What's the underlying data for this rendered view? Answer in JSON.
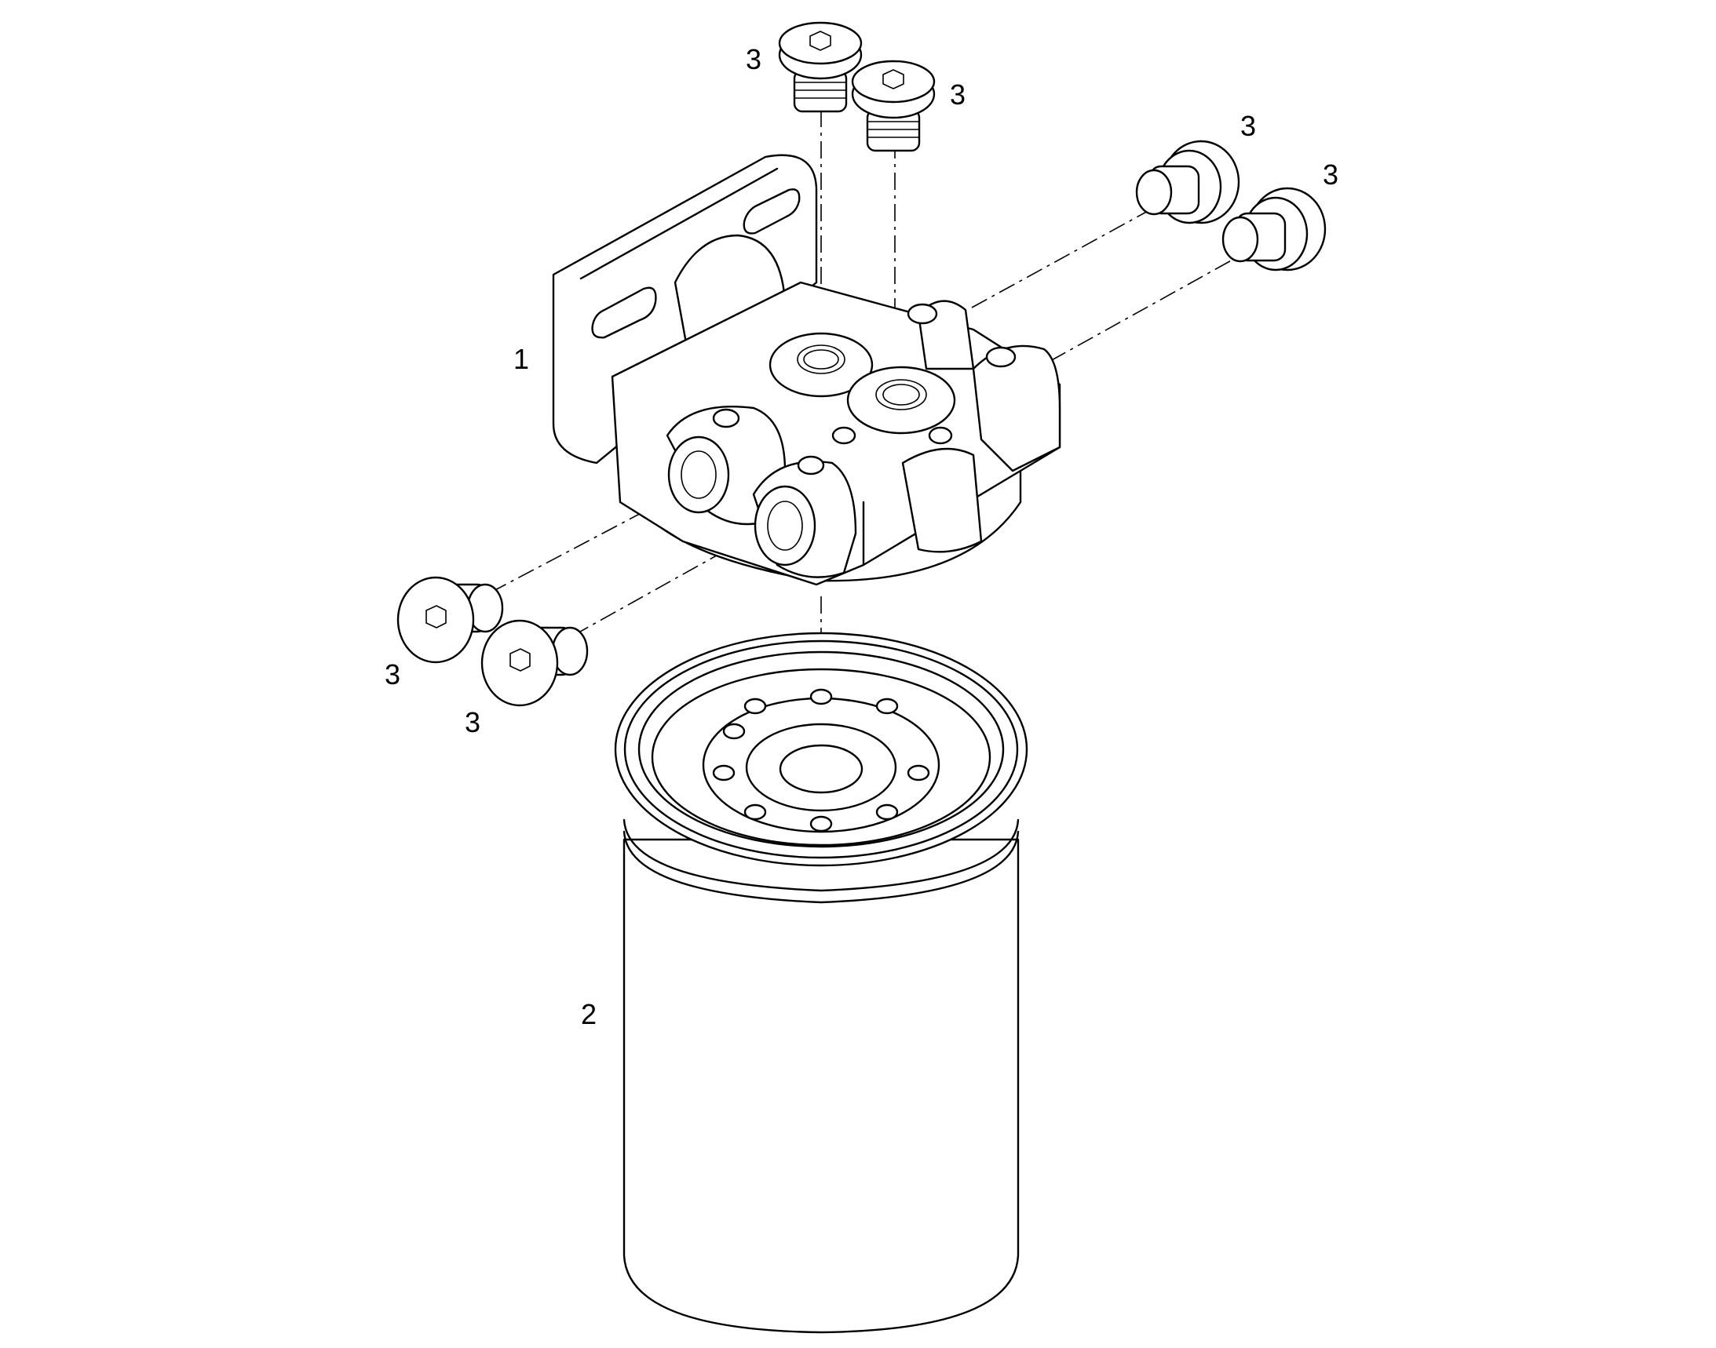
{
  "diagram": {
    "callouts": {
      "part_1": "1",
      "part_2": "2",
      "part_3a": "3",
      "part_3b": "3",
      "part_3c": "3",
      "part_3d": "3",
      "part_3e": "3",
      "part_3f": "3"
    },
    "line_color": "#000000",
    "background_color": "#ffffff"
  }
}
